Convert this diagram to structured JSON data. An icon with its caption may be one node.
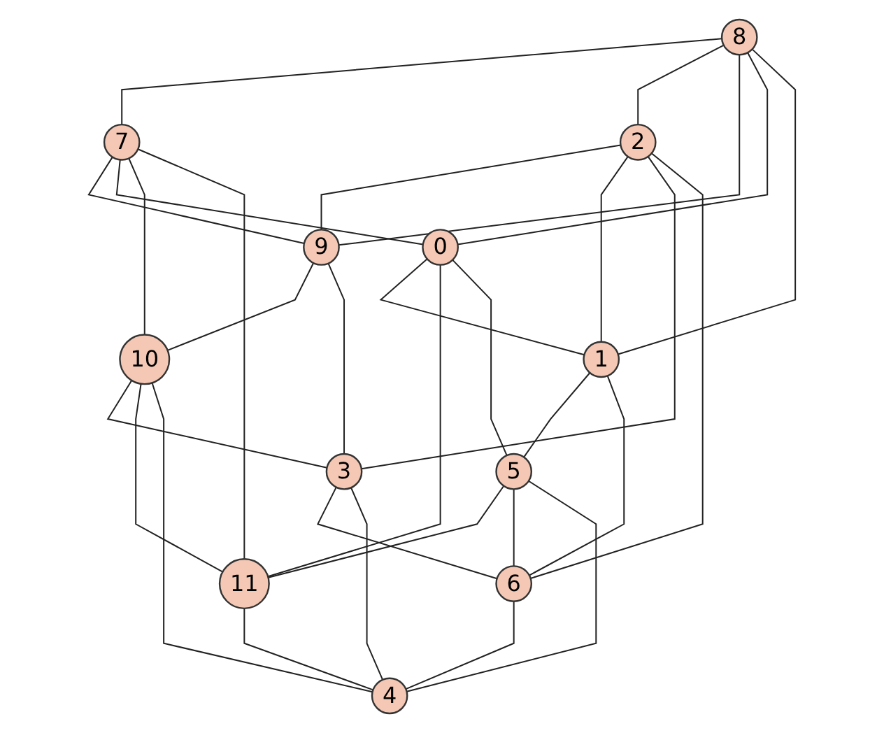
{
  "diagram": {
    "nodes": [
      {
        "text": [
          "8"
        ]
      },
      {
        "text": [
          "7"
        ]
      },
      {
        "text": [
          "2"
        ]
      },
      {
        "text": [
          "9"
        ]
      },
      {
        "text": [
          "0"
        ]
      },
      {
        "text": [
          "1"
        ]
      },
      {
        "text": [
          "10"
        ]
      },
      {
        "text": [
          "3"
        ]
      },
      {
        "text": [
          "5"
        ]
      },
      {
        "text": [
          "11"
        ]
      },
      {
        "text": [
          "6"
        ]
      },
      {
        "text": [
          "4"
        ]
      }
    ],
    "edges": [
      {
        "from": 0,
        "to": 1,
        "arrow": "none"
      },
      {
        "from": 0,
        "to": 2,
        "arrow": "none"
      },
      {
        "from": 0,
        "to": 3,
        "arrow": "none"
      },
      {
        "from": 0,
        "to": 4,
        "arrow": "none"
      },
      {
        "from": 0,
        "to": 5,
        "arrow": "none"
      },
      {
        "from": 1,
        "to": 3,
        "arrow": "none"
      },
      {
        "from": 1,
        "to": 4,
        "arrow": "none"
      },
      {
        "from": 1,
        "to": 6,
        "arrow": "none"
      },
      {
        "from": 1,
        "to": 9,
        "arrow": "none"
      },
      {
        "from": 2,
        "to": 3,
        "arrow": "none"
      },
      {
        "from": 2,
        "to": 5,
        "arrow": "none"
      },
      {
        "from": 2,
        "to": 7,
        "arrow": "none"
      },
      {
        "from": 2,
        "to": 10,
        "arrow": "none"
      },
      {
        "from": 3,
        "to": 6,
        "arrow": "none"
      },
      {
        "from": 3,
        "to": 7,
        "arrow": "none"
      },
      {
        "from": 4,
        "to": 5,
        "arrow": "none"
      },
      {
        "from": 4,
        "to": 9,
        "arrow": "none"
      },
      {
        "from": 4,
        "to": 8,
        "arrow": "none"
      },
      {
        "from": 5,
        "to": 8,
        "arrow": "none"
      },
      {
        "from": 5,
        "to": 10,
        "arrow": "none"
      },
      {
        "from": 6,
        "to": 7,
        "arrow": "none"
      },
      {
        "from": 6,
        "to": 9,
        "arrow": "none"
      },
      {
        "from": 6,
        "to": 11,
        "arrow": "none"
      },
      {
        "from": 7,
        "to": 10,
        "arrow": "none"
      },
      {
        "from": 7,
        "to": 11,
        "arrow": "none"
      },
      {
        "from": 8,
        "to": 9,
        "arrow": "none"
      },
      {
        "from": 8,
        "to": 10,
        "arrow": "none"
      },
      {
        "from": 8,
        "to": 11,
        "arrow": "none"
      },
      {
        "from": 9,
        "to": 11,
        "arrow": "none"
      },
      {
        "from": 10,
        "to": 11,
        "arrow": "none"
      }
    ]
  }
}
